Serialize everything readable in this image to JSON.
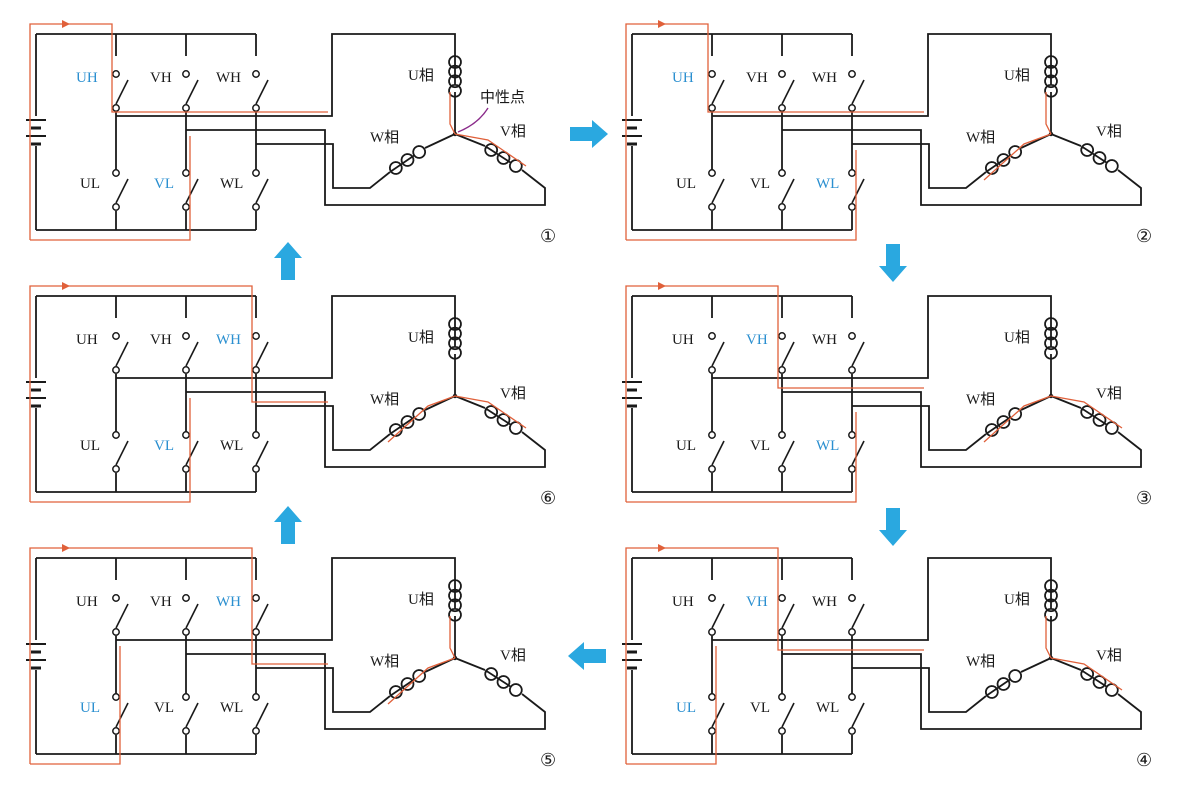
{
  "labels": {
    "uh": "UH",
    "vh": "VH",
    "wh": "WH",
    "ul": "UL",
    "vl": "VL",
    "wl": "WL",
    "u_phase": "U相",
    "v_phase": "V相",
    "w_phase": "W相",
    "neutral": "中性点"
  },
  "colors": {
    "wire": "#1a1a1a",
    "current": "#e0603a",
    "active_label": "#2a8fd0",
    "label": "#1a1a1a",
    "neutral_pointer": "#8a2a8a",
    "arrow": "#2aa8e0"
  },
  "panels": [
    {
      "step": "①",
      "active": [
        "uh",
        "vl"
      ],
      "current": {
        "from": "U",
        "to": "V"
      }
    },
    {
      "step": "②",
      "active": [
        "uh",
        "wl"
      ],
      "current": {
        "from": "U",
        "to": "W"
      }
    },
    {
      "step": "③",
      "active": [
        "vh",
        "wl"
      ],
      "current": {
        "from": "V",
        "to": "W"
      }
    },
    {
      "step": "④",
      "active": [
        "vh",
        "ul"
      ],
      "current": {
        "from": "V",
        "to": "U"
      }
    },
    {
      "step": "⑤",
      "active": [
        "wh",
        "ul"
      ],
      "current": {
        "from": "W",
        "to": "U"
      }
    },
    {
      "step": "⑥",
      "active": [
        "wh",
        "vl"
      ],
      "current": {
        "from": "W",
        "to": "V"
      }
    }
  ],
  "flow_arrows": [
    {
      "between": [
        "①",
        "②"
      ],
      "direction": "right"
    },
    {
      "between": [
        "②",
        "③"
      ],
      "direction": "down"
    },
    {
      "between": [
        "③",
        "④"
      ],
      "direction": "down"
    },
    {
      "between": [
        "④",
        "⑤"
      ],
      "direction": "left"
    },
    {
      "between": [
        "⑤",
        "⑥"
      ],
      "direction": "up"
    },
    {
      "between": [
        "⑥",
        "①"
      ],
      "direction": "up"
    }
  ]
}
